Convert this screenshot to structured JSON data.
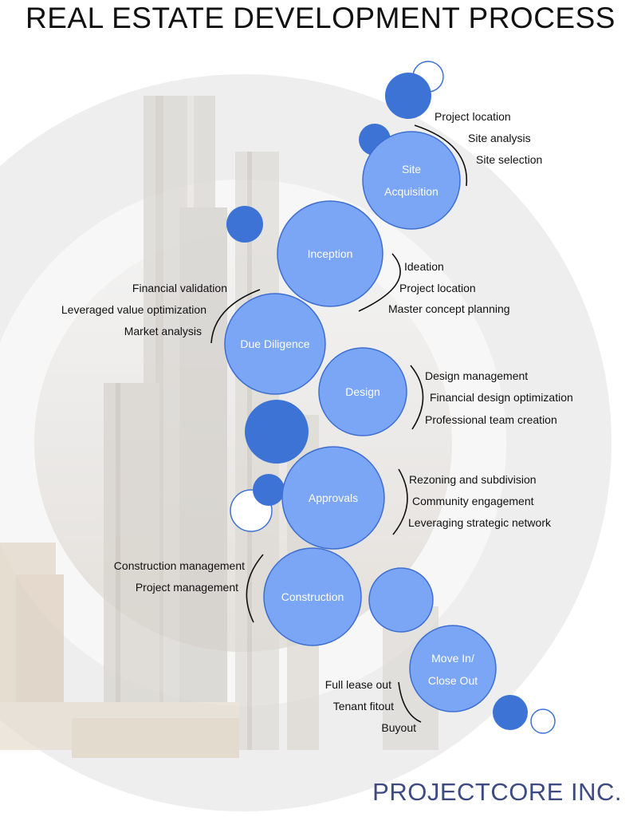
{
  "title": "REAL ESTATE DEVELOPMENT PROCESS",
  "company": "PROJECTCORE INC.",
  "colors": {
    "stage_fill": "#7aa6f5",
    "stage_stroke": "#3e6fd0",
    "accent_dark": "#3d73d4",
    "ring": "#ebebeb",
    "company_text": "#3d4b82"
  },
  "stages": [
    {
      "id": "site-acquisition",
      "lines": [
        "Site",
        "Acquisition"
      ],
      "items": [
        "Project location",
        "Site analysis",
        "Site selection"
      ]
    },
    {
      "id": "inception",
      "lines": [
        "Inception"
      ],
      "items": [
        "Ideation",
        "Project location",
        "Master concept planning"
      ]
    },
    {
      "id": "due-diligence",
      "lines": [
        "Due Diligence"
      ],
      "items": [
        "Financial validation",
        "Leveraged value optimization",
        "Market analysis"
      ]
    },
    {
      "id": "design",
      "lines": [
        "Design"
      ],
      "items": [
        "Design management",
        "Financial design optimization",
        "Professional team creation"
      ]
    },
    {
      "id": "approvals",
      "lines": [
        "Approvals"
      ],
      "items": [
        "Rezoning and subdivision",
        "Community engagement",
        "Leveraging strategic network"
      ]
    },
    {
      "id": "construction",
      "lines": [
        "Construction"
      ],
      "items": [
        "Construction management",
        "Project management"
      ]
    },
    {
      "id": "move-in-close-out",
      "lines": [
        "Move In/",
        "Close Out"
      ],
      "items": [
        "Full lease out",
        "Tenant fitout",
        "Buyout"
      ]
    }
  ]
}
